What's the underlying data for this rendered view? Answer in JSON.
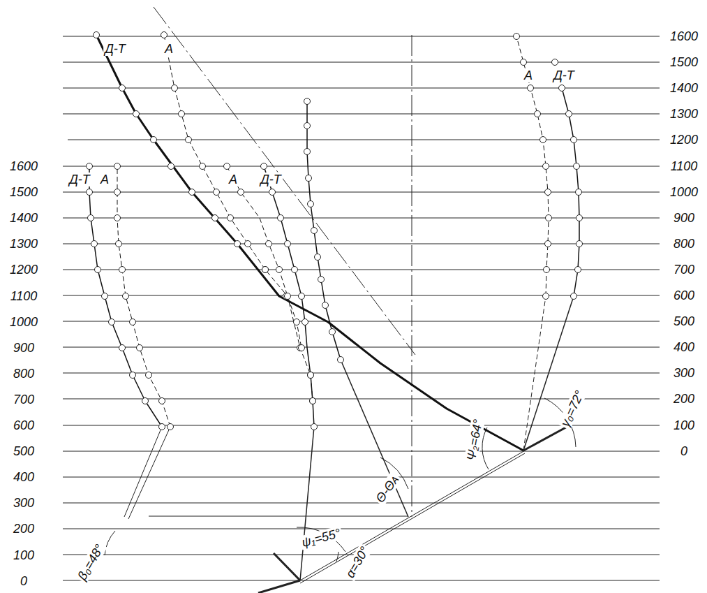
{
  "diagram": {
    "labels": [
      "1600",
      "1500",
      "1400",
      "1300",
      "1200",
      "1100",
      "1000",
      "900",
      "800",
      "700",
      "600",
      "500",
      "400",
      "300",
      "200",
      "100",
      "0",
      "1600",
      "1500",
      "1400",
      "1300",
      "1200",
      "1100",
      "1000",
      "900",
      "800",
      "700",
      "600",
      "500",
      "400",
      "300",
      "200",
      "100",
      "0",
      "Д-Т",
      "A",
      "Д-Т",
      "A",
      "A",
      "Д-Т",
      "A",
      "Д-Т",
      "β₀=48°",
      "ψ₁=55°",
      "α=30°",
      "Θ-Θᴀ",
      "Ψ₂=64°",
      "γ₀=72°"
    ]
  }
}
